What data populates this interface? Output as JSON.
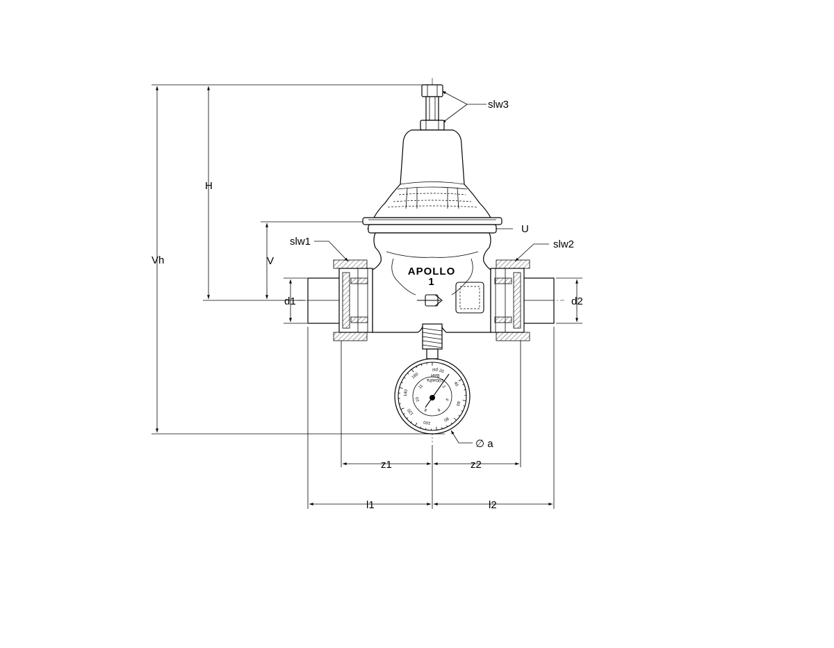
{
  "labels": {
    "slw3": "slw3",
    "H": "H",
    "Vh": "Vh",
    "U": "U",
    "slw1": "slw1",
    "slw2": "slw2",
    "V": "V",
    "d1": "d1",
    "d2": "d2",
    "diameter_a": "∅ a",
    "z1": "z1",
    "z2": "z2",
    "l1": "l1",
    "l2": "l2"
  },
  "casting": {
    "brand": "APOLLO",
    "size_mark": "1"
  },
  "gauge": {
    "unit_psi": "psi",
    "unit_bar": "BAR",
    "unit_kpa": "100xkPa",
    "psi_ticks": [
      "20",
      "40",
      "60",
      "80",
      "100",
      "120",
      "140",
      "160"
    ],
    "inner_ticks": [
      "2",
      "4",
      "6",
      "8",
      "10",
      "11"
    ]
  }
}
